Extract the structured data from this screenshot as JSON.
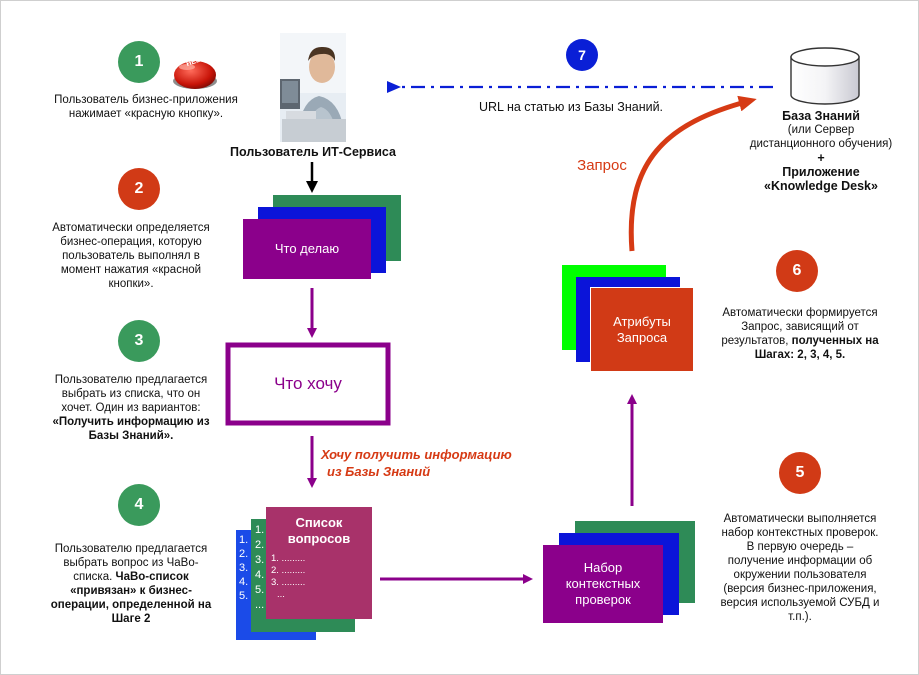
{
  "user": {
    "caption": "Пользователь ИТ-Сервиса"
  },
  "knowledge_base": {
    "title": "База Знаний",
    "subtitle_1": "(или Сервер",
    "subtitle_2": "дистанционного обучения)",
    "plus": "+",
    "app_1": "Приложение",
    "app_2": "«Knowledge Desk»"
  },
  "steps": {
    "s1": {
      "number": "1",
      "l1": "Пользователь бизнес-приложения",
      "l2": "нажимает «красную кнопку»."
    },
    "s2": {
      "number": "2",
      "l1": "Автоматически определяется",
      "l2": "бизнес-операция, которую",
      "l3": "пользователь выполнял в",
      "l4": "момент нажатия «красной",
      "l5": "кнопки»."
    },
    "s3": {
      "number": "3",
      "l1": "Пользователю предлагается",
      "l2": "выбрать из списка, что он",
      "l3": "хочет. Один из вариантов:",
      "l4": "«Получить информацию из",
      "l5": "Базы Знаний»."
    },
    "s4": {
      "number": "4",
      "l1": "Пользователю предлагается",
      "l2": "выбрать вопрос из ЧаВо-",
      "l3": "списка.",
      "l3b": "ЧаВо-список",
      "l4": "«привязан» к бизнес-",
      "l5": "операции, определенной на",
      "l6": "Шаге 2"
    },
    "s5": {
      "number": "5",
      "l1": "Автоматически выполняется",
      "l2": "набор контекстных проверок.",
      "l3": "В первую очередь –",
      "l4": "получение информации об",
      "l5": "окружении пользователя",
      "l6": "(версия бизнес-приложения,",
      "l7": "версия используемой СУБД и",
      "l8": "т.п.)."
    },
    "s6": {
      "number": "6",
      "l1": "Автоматически формируется",
      "l2": "Запрос, зависящий от",
      "l3": "результатов,",
      "l3b": "полученных на",
      "l4": "Шагах:  2, 3, 4, 5."
    },
    "s7": {
      "number": "7"
    }
  },
  "boxes": {
    "what_doing": "Что делаю",
    "what_want": "Что хочу",
    "question_list_1": "Список",
    "question_list_2": "вопросов",
    "context_checks_1": "Набор",
    "context_checks_2": "контекстных",
    "context_checks_3": "проверок",
    "attributes_1": "Атрибуты",
    "attributes_2": "Запроса"
  },
  "list_items": {
    "front": [
      "1. .........",
      "2. .........",
      "3. .........",
      "..."
    ],
    "back_numbers": [
      "1.",
      "2.",
      "3.",
      "4.",
      "5.",
      "..."
    ],
    "blue_numbers": [
      "1.",
      "2.",
      "3.",
      "4.",
      "5."
    ]
  },
  "labels": {
    "want_info_1": "Хочу  получить информацию",
    "want_info_2": "из Базы Знаний",
    "request": "Запрос",
    "url_label": "URL на статью из Базы Знаний."
  },
  "help_button": {
    "text": "HELP"
  },
  "colors": {
    "green": "#3a9a5c",
    "red": "#d13a16",
    "purple": "#8b008b",
    "blue": "#0a1fd6",
    "orange_red": "#d63a14"
  }
}
